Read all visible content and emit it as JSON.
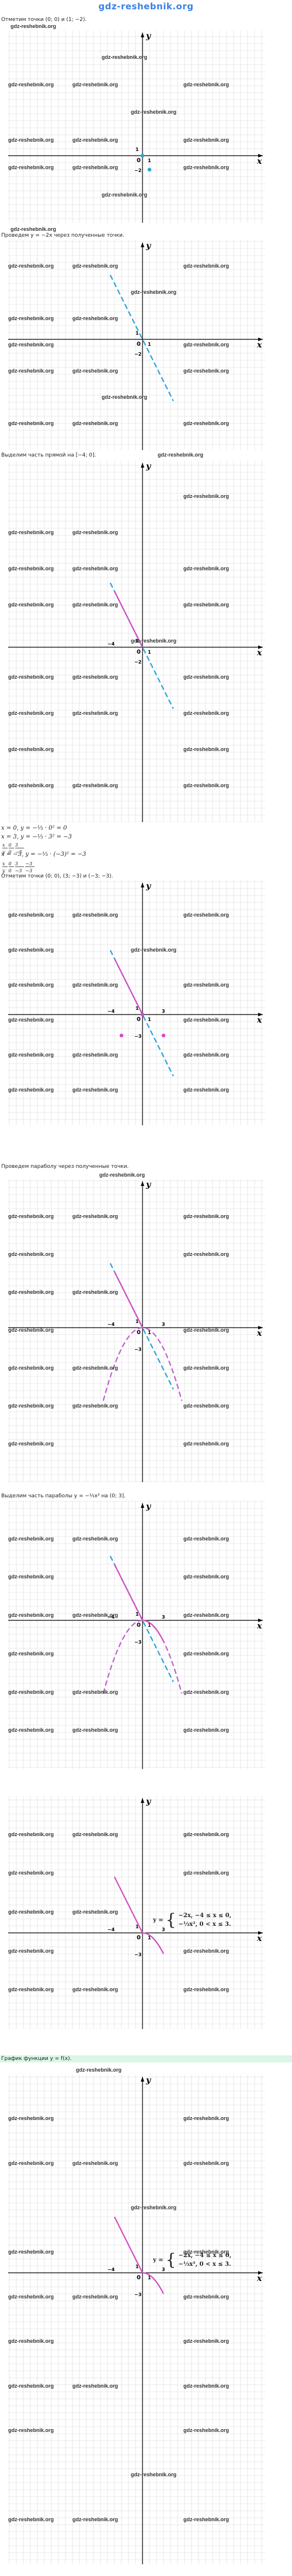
{
  "site": {
    "name": "gdz-reshebnik.org"
  },
  "watermark": "gdz-reshebnik.org",
  "colors": {
    "grid": "#d8d8d8",
    "axis": "#000000",
    "line": "#2aa3d6",
    "curve": "#d64bc4",
    "dash_curve": "#c060d0",
    "point": "#2aa3d6"
  },
  "steps": [
    {
      "caption": "Отметим точки (0; 0) и (1; −2)."
    },
    {
      "caption": "Проведем y = −2x через полученные точки."
    },
    {
      "caption": "Выделим часть прямой на [−4; 0]."
    },
    {
      "caption": "Отметим точки (0; 0), (3; −3) и (−3; −3)."
    },
    {
      "caption": "Проведем параболу через полученные точки."
    },
    {
      "caption": "Выделим часть параболы y = −⅓x² на (0; 3]."
    },
    {
      "caption": ""
    },
    {
      "caption": "График функции y = f(x).",
      "highlight": true
    }
  ],
  "calc": {
    "line1": "x = 0, y = −⅓ · 0² = 0",
    "line2": "x = 3, y = −⅓ · 3² = −3",
    "line3": "x = −3, y = −⅓ · (−3)² = −3",
    "table1": {
      "x": [
        "x",
        "0",
        "3"
      ],
      "y": [
        "y",
        "0",
        "−3"
      ]
    },
    "table2": {
      "x": [
        "x",
        "0",
        "3",
        "−3"
      ],
      "y": [
        "y",
        "0",
        "−3",
        "−3"
      ]
    }
  },
  "axes": {
    "x_label": "x",
    "y_label": "y",
    "origin": "0",
    "tick_x": [
      "1",
      "−4",
      "3"
    ],
    "tick_y": [
      "1",
      "−2",
      "−3"
    ]
  },
  "piecewise": {
    "prefix": "y =",
    "row1": "−2x, −4 ≤ x ≤ 0,",
    "row2": "−⅓x², 0 < x ≤ 3."
  }
}
